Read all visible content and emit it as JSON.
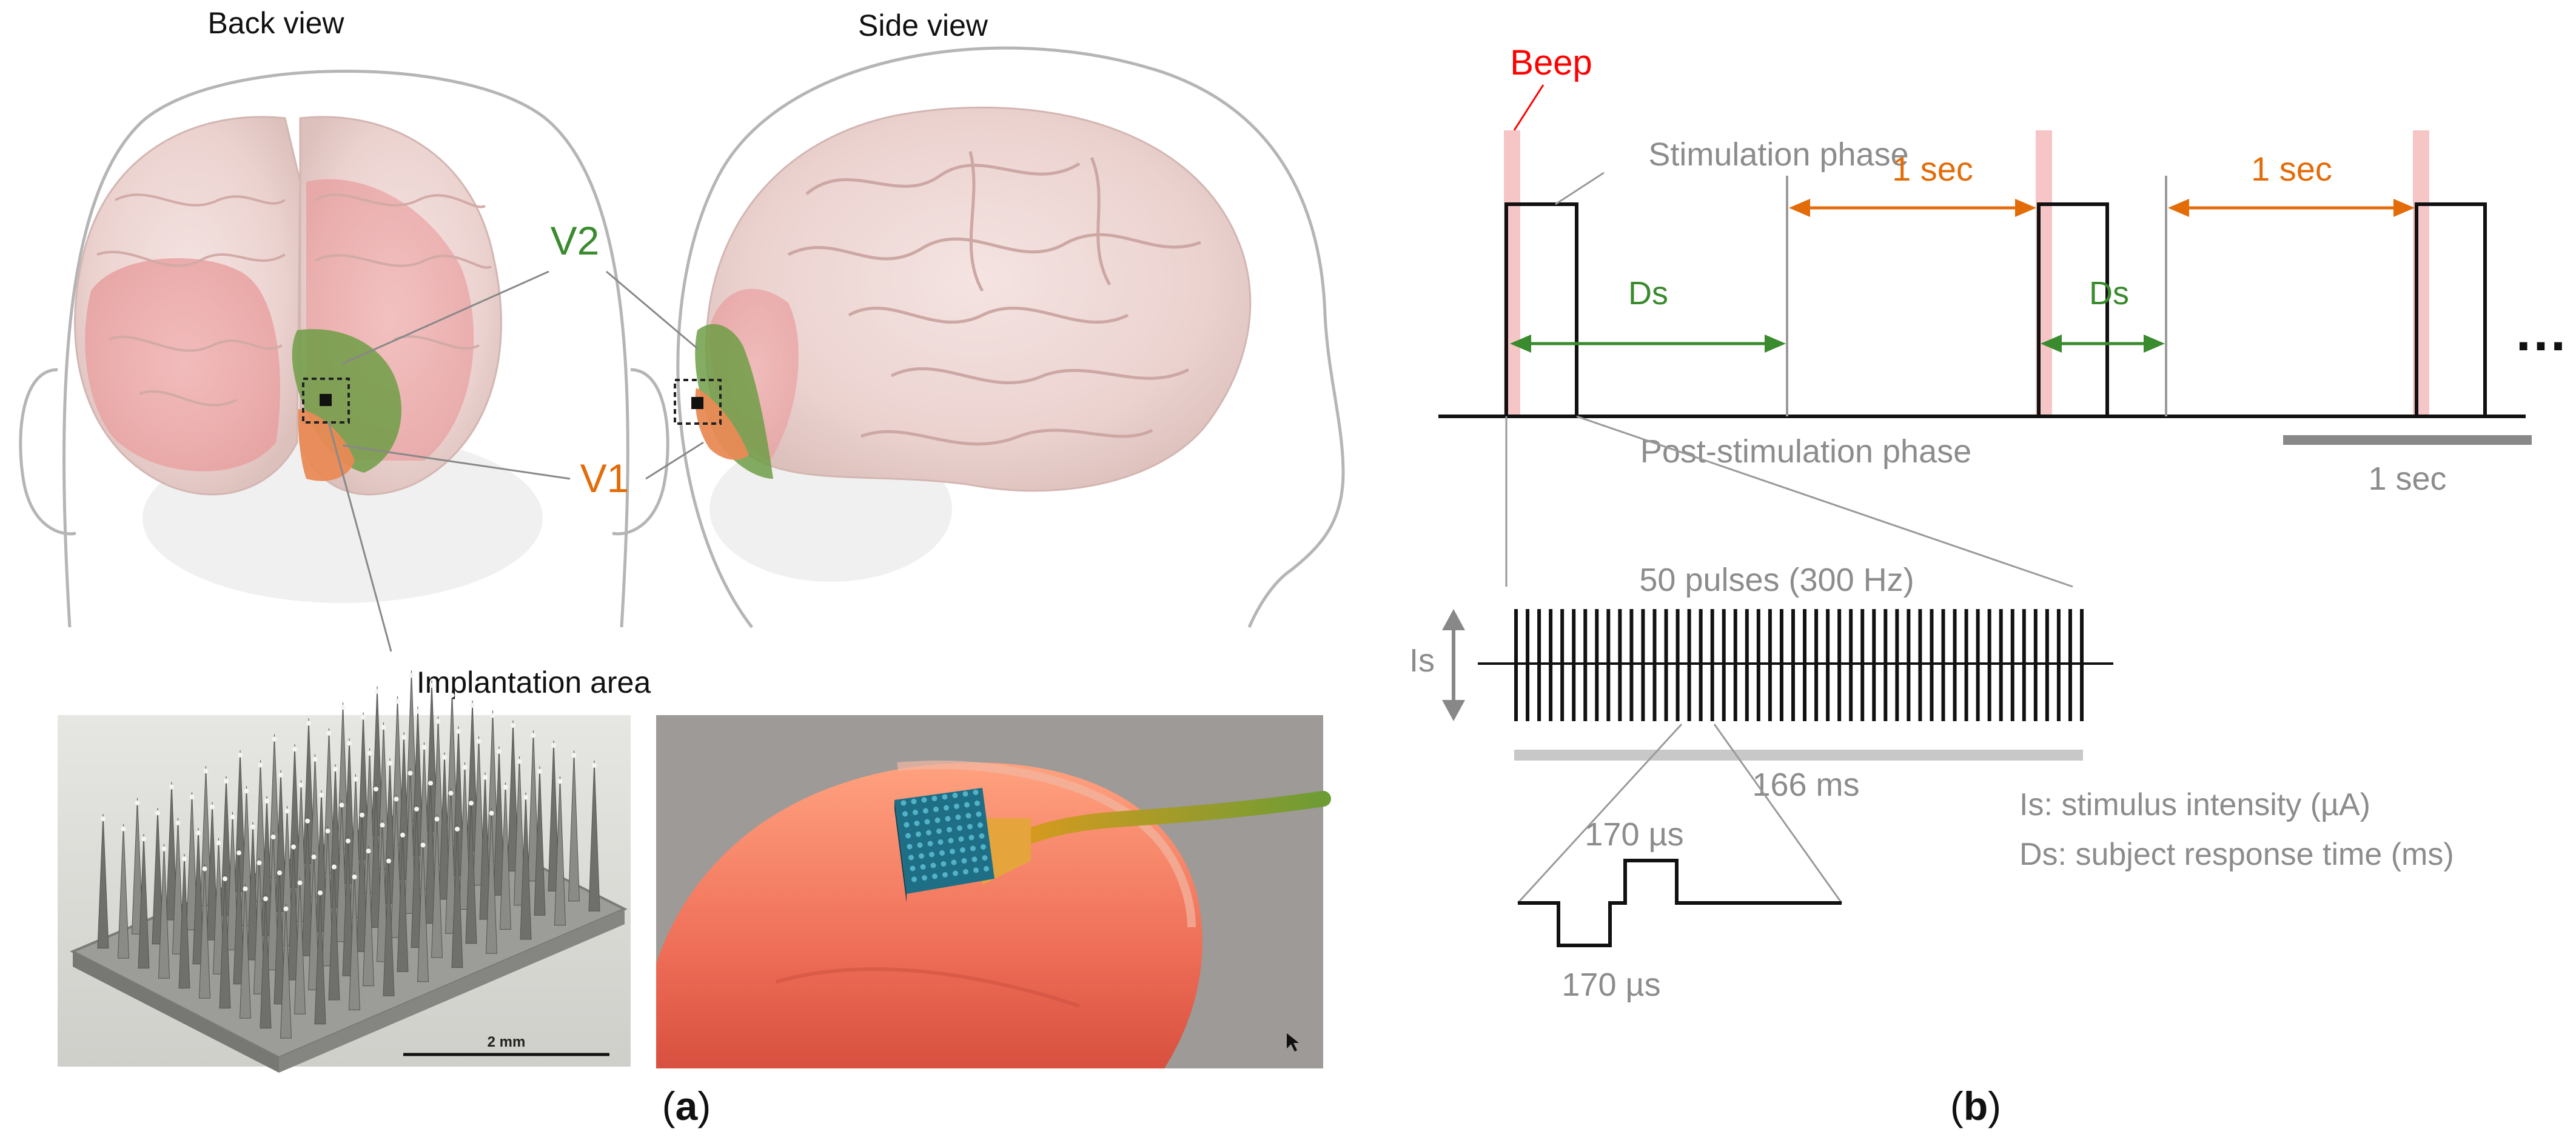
{
  "panel_a": {
    "views": {
      "back": "Back view",
      "side": "Side view"
    },
    "regions": {
      "v2": "V2",
      "v1": "V1"
    },
    "implantation_label": "Implantation area",
    "scale_bar_label": "2 mm",
    "panel_label_open": "(",
    "panel_label_letter": "a",
    "panel_label_close": ")"
  },
  "panel_b": {
    "beep_label": "Beep",
    "stimulation_phase_label": "Stimulation phase",
    "post_stimulation_label": "Post-stimulation phase",
    "interval_labels": {
      "first": "1 sec",
      "second": "1 sec",
      "scale": "1 sec"
    },
    "ds_label": "Ds",
    "ds_label_2": "Ds",
    "ellipsis": "…",
    "pulse_train_label": "50 pulses (300 Hz)",
    "is_label": "Is",
    "duration_label": "166 ms",
    "phase_width_top": "170 µs",
    "phase_width_bottom": "170 µs",
    "legend": [
      "Is: stimulus intensity (µA)",
      "Ds: subject response time (ms)"
    ],
    "panel_label_open": "(",
    "panel_label_letter": "b",
    "panel_label_close": ")",
    "pulse_count": 50
  },
  "colors": {
    "green": "#3a8a2e",
    "orange": "#e36c09",
    "beep_red": "#ff0000",
    "beep_band": "#f6c6c6",
    "gray_text": "#8c8c8c"
  }
}
